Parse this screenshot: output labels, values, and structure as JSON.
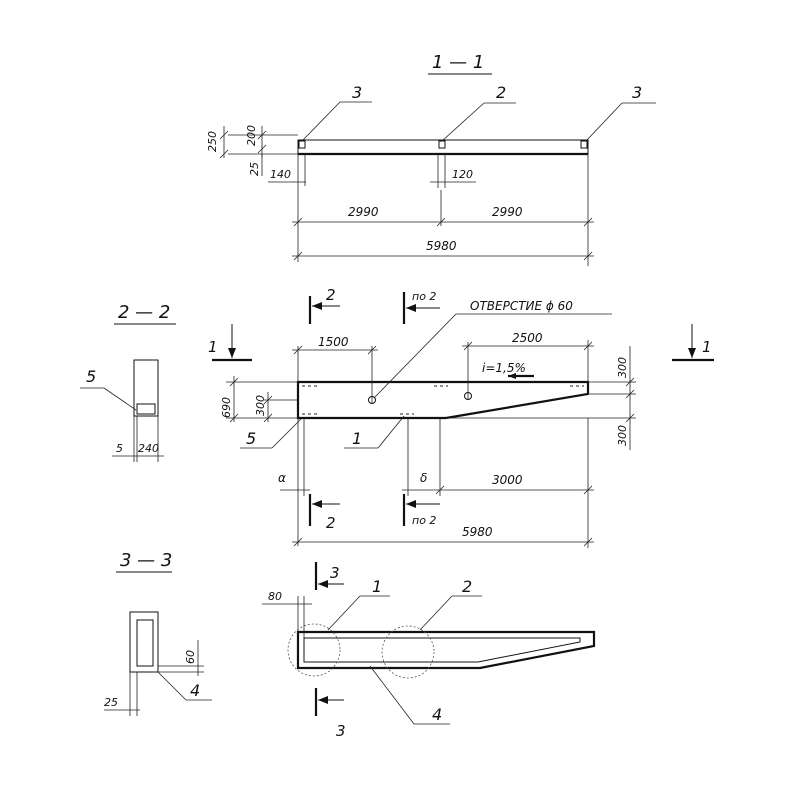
{
  "sections": {
    "s11": "1 — 1",
    "s22": "2 — 2",
    "s33": "3 — 3"
  },
  "view11": {
    "pos_left": "3",
    "pos_mid": "2",
    "pos_right": "3",
    "h_total": "250",
    "h_top": "200",
    "h_bottom": "25",
    "w_left": "140",
    "w_mid": "120",
    "span_left": "2990",
    "span_right": "2990",
    "length": "5980"
  },
  "plan": {
    "cut1_left": "1",
    "cut1_right": "1",
    "cut2_top_left": "2",
    "cut2_top_right": "по 2",
    "cut2_bot_left": "2",
    "cut2_bot_right": "по 2",
    "hole_label": "ОТВЕРСТИЕ ϕ 60",
    "dim_1500": "1500",
    "dim_2500": "2500",
    "slope": "i=1,5%",
    "dim_690": "690",
    "dim_300_left": "300",
    "dim_300_right_top": "300",
    "dim_300_right_bot": "300",
    "pos5": "5",
    "pos1": "1",
    "alpha": "α",
    "beta": "δ",
    "dim_3000": "3000",
    "length": "5980"
  },
  "view22": {
    "pos5": "5",
    "dim_5": "5",
    "dim_240": "240"
  },
  "view33": {
    "dim_60": "60",
    "dim_25": "25",
    "pos4": "4"
  },
  "elevation": {
    "dim_80": "80",
    "cut3_top": "3",
    "cut3_bot": "3",
    "pos1": "1",
    "pos2": "2",
    "pos4": "4"
  }
}
